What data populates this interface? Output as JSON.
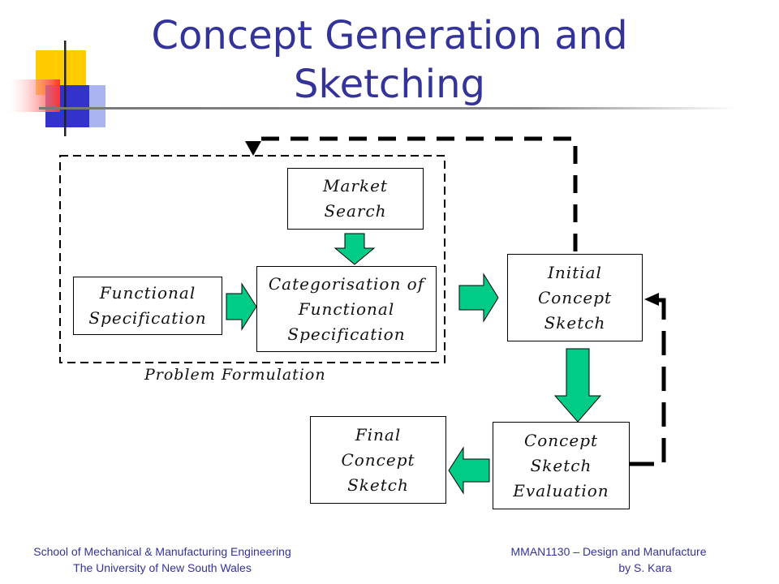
{
  "title": "Concept Generation and Sketching",
  "nodes": {
    "market_search": [
      "Market",
      "Search"
    ],
    "functional_spec": [
      "Functional",
      "Specification"
    ],
    "categorisation": [
      "Categorisation of",
      "Functional",
      "Specification"
    ],
    "initial_sketch": [
      "Initial",
      "Concept",
      "Sketch"
    ],
    "evaluation": [
      "Concept",
      "Sketch",
      "Evaluation"
    ],
    "final_sketch": [
      "Final",
      "Concept",
      "Sketch"
    ]
  },
  "group_label": "Problem Formulation",
  "footer": {
    "left_line1": "School of Mechanical & Manufacturing Engineering",
    "left_line2": "The University of New South Wales",
    "right_line1": "MMAN1130 – Design and Manufacture",
    "right_line2": "by S. Kara"
  },
  "colors": {
    "title": "#333399",
    "arrow_fill": "#00cc88",
    "logo_yellow": "#ffcc00",
    "logo_blue": "#3333cc",
    "logo_red": "#ff3333"
  }
}
